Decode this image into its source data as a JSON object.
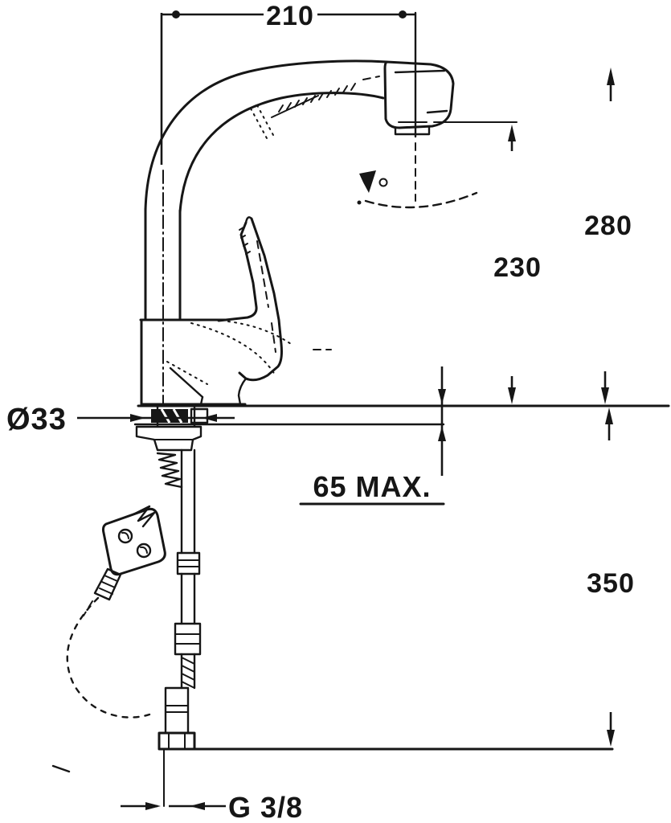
{
  "drawing": {
    "type": "technical-dimension-drawing",
    "subject": "Single-lever kitchen mixer tap with pull-out spray head, side elevation with installation dimensions",
    "colors": {
      "line": "#161616",
      "background": "#ffffff"
    },
    "dimensions": {
      "spout_reach": "210",
      "overall_height_above_deck": "280",
      "spout_outlet_height": "230",
      "mounting_hole_diameter": "Ø33",
      "max_counter_thickness": "65 MAX.",
      "below_deck_length": "350",
      "supply_connection_thread": "G 3/8"
    }
  }
}
